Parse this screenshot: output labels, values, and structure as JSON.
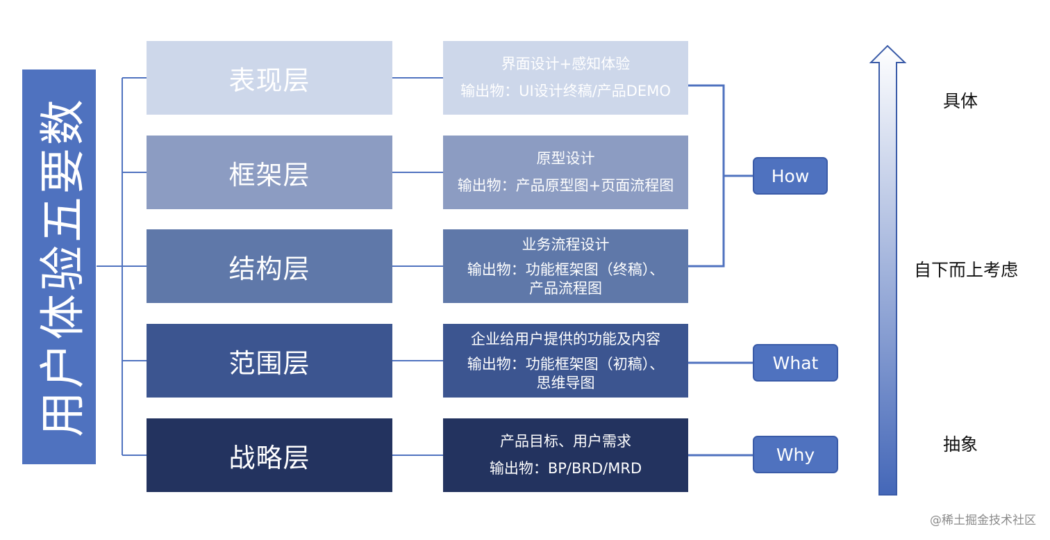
{
  "title": "用户体验五要数",
  "layers": [
    {
      "name": "表现层",
      "desc_line1": "界面设计+感知体验",
      "desc_line2": "输出物：UI设计终稿/产品DEMO",
      "bg": "#cdd7ea",
      "desc_bg": "#cdd7ea"
    },
    {
      "name": "框架层",
      "desc_line1": "原型设计",
      "desc_line2": "输出物：产品原型图+页面流程图",
      "bg": "#8c9cc2",
      "desc_bg": "#8c9cc2"
    },
    {
      "name": "结构层",
      "desc_line1": "业务流程设计",
      "desc_line2": "输出物：功能框架图（终稿）、\n产品流程图",
      "bg": "#5f78a9",
      "desc_bg": "#5f78a9"
    },
    {
      "name": "范围层",
      "desc_line1": "企业给用户提供的功能及内容",
      "desc_line2": "输出物：功能框架图（初稿）、\n思维导图",
      "bg": "#3c5590",
      "desc_bg": "#3c5590"
    },
    {
      "name": "战略层",
      "desc_line1": "产品目标、用户需求",
      "desc_line2": "输出物：BP/BRD/MRD",
      "bg": "#23335f",
      "desc_bg": "#23335f"
    }
  ],
  "tags": {
    "how": "How",
    "what": "What",
    "why": "Why"
  },
  "axis": {
    "top": "具体",
    "middle": "自下而上考虑",
    "bottom": "抽象"
  },
  "watermark": "@稀土掘金技术社区",
  "colors": {
    "connector": "#4f72bf",
    "tag": "#4f72bf",
    "arrow_top": "#ffffff",
    "arrow_bottom": "#4467b8"
  }
}
